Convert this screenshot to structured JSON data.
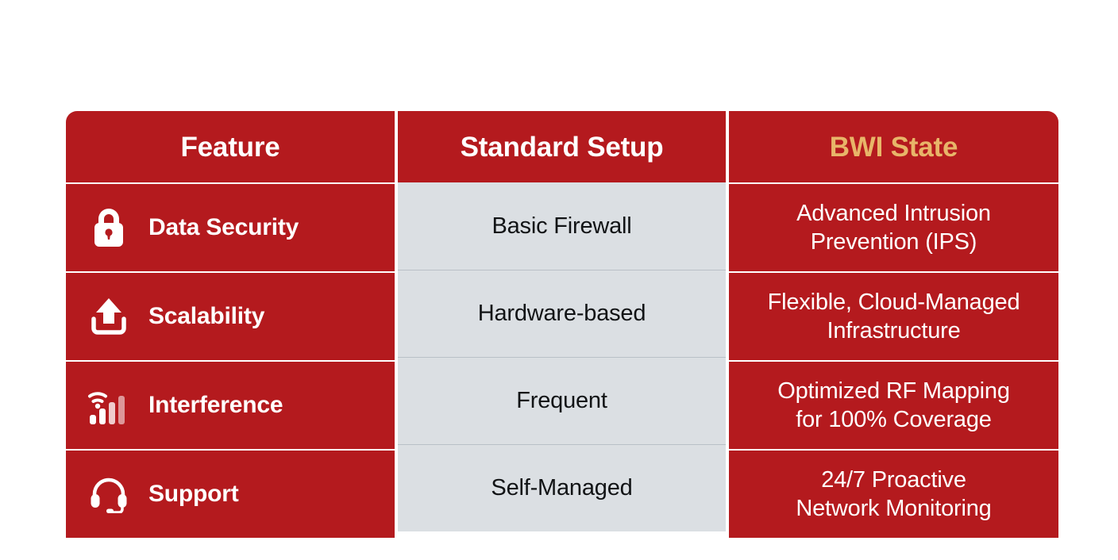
{
  "table": {
    "accent_red": "#B41A1E",
    "accent_gold": "#E8B569",
    "neutral_bg": "#DBDFE3",
    "headers": {
      "feature": "Feature",
      "standard": "Standard Setup",
      "bwi": "BWI State"
    },
    "rows": [
      {
        "icon": "lock-icon",
        "feature": "Data Security",
        "standard": "Basic Firewall",
        "bwi": "Advanced Intrusion\nPrevention (IPS)"
      },
      {
        "icon": "upload-icon",
        "feature": "Scalability",
        "standard": "Hardware-based",
        "bwi": "Flexible, Cloud-Managed\nInfrastructure"
      },
      {
        "icon": "signal-bars-icon",
        "feature": "Interference",
        "standard": "Frequent",
        "bwi": "Optimized RF Mapping\nfor 100% Coverage"
      },
      {
        "icon": "headset-icon",
        "feature": "Support",
        "standard": "Self-Managed",
        "bwi": "24/7 Proactive\nNetwork Monitoring"
      }
    ]
  }
}
